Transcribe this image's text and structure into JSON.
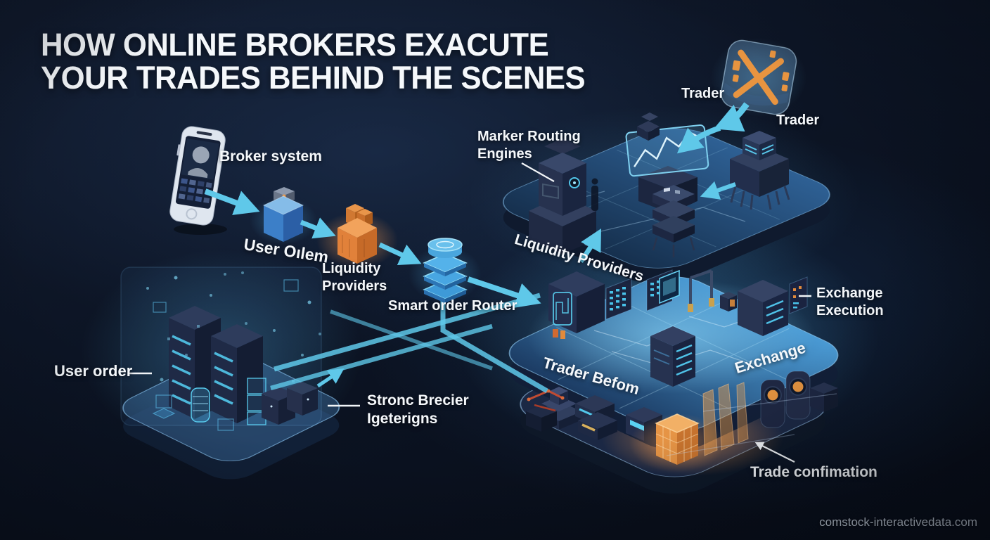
{
  "title": {
    "line1": "HOW ONLINE BROKERS EXACUTE",
    "line2": "YOUR TRADES BEHIND THE SCENES"
  },
  "labels": {
    "trader_top": "Trader",
    "trader_right": "Trader",
    "broker_system": "Broker system",
    "user_order_flow": "User Oılem",
    "liquidity_providers_1": "Liquidity",
    "liquidity_providers_2": "Providers",
    "smart_order_router": "Smart order Router",
    "market_routing_1": "Marker Routing",
    "market_routing_2": "Engines",
    "liquidity_providers_mid": "Liquidity Providers",
    "exchange_execution_1": "Exchange",
    "exchange_execution_2": "Execution",
    "user_order": "User order",
    "strong_broker_1": "Stronc Brecier",
    "strong_broker_2": "Igeterigns",
    "trader_before": "Trader Befom",
    "exchange": "Exchange",
    "trade_confirmation": "Trade confimation"
  },
  "watermark": "comstock-interactivedata.com",
  "colors": {
    "background": "#0b1220",
    "accent_cyan": "#5fc8e9",
    "accent_orange": "#e8883a",
    "platform_blue": "#3e88c6",
    "text": "#f5f8fb",
    "watermark": "#c9d3df"
  },
  "icons": {
    "smartphone-icon": "rounded-rect phone with avatar photo and app grid",
    "trader-cube-icon": "glassy cube with orange X and candlesticks",
    "user-order-cube-icon": "blue cube with robotic press",
    "liquidity-cube-icon": "orange cube with crates",
    "smart-order-router-icon": "stacked blue router plates",
    "robot-tower-icon": "dark server robot tower",
    "market-chart-screen-icon": "holographic price chart screen",
    "chip-device-icon": "cpu chip device with legs",
    "server-stack-icon": "stacked server trays on legs",
    "server-rack-icon": "dark rack with glowing slots",
    "atm-machine-icon": "machine with cyan circuit face",
    "data-panel-icon": "panel with data grid",
    "exchange-tower-icon": "tower with cyan code lines",
    "orange-cube-icon": "glowing orange wireframe cube",
    "energy-pillar-icon": "translucent orange pillar",
    "coin-terminal-icon": "monolith with orange coin",
    "ziggurat-icon": "stepped pyramid block",
    "holo-cylinder-icon": "cyan wireframe cylinder",
    "holo-cube-icon": "cyan wireframe cube",
    "robotic-arm-icon": "red robotic arm"
  }
}
